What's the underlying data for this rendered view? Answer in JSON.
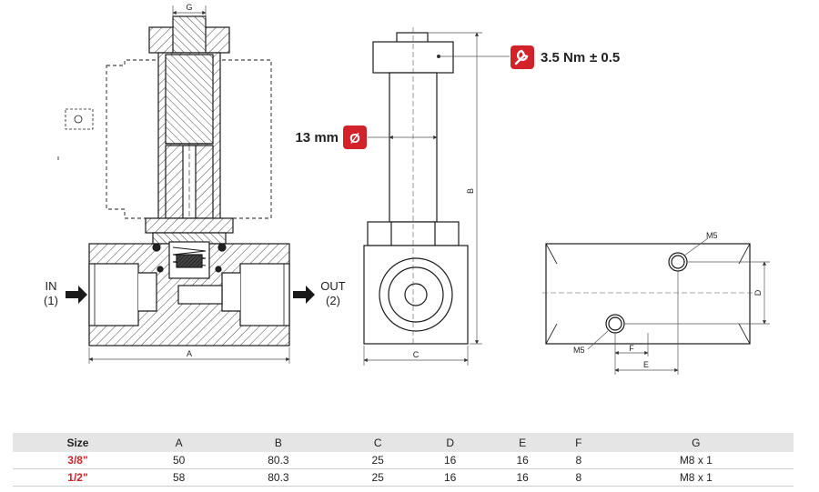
{
  "drawing": {
    "dims": {
      "g": "G",
      "a": "A",
      "b": "B",
      "c": "C",
      "d": "D",
      "e": "E",
      "f": "F",
      "m5_top": "M5",
      "m5_bottom": "M5"
    },
    "ports": {
      "in_label": "IN",
      "in_number": "(1)",
      "out_label": "OUT",
      "out_number": "(2)"
    },
    "torque": {
      "value": "3.5 Nm",
      "tolerance": "± 0.5",
      "icon": "wrench-icon"
    },
    "diameter": {
      "value": "13 mm",
      "symbol": "Ø",
      "icon": "diameter-icon"
    },
    "colors": {
      "accent": "#d2232a",
      "line": "#1a1a1a",
      "dim": "#555555",
      "table_header": "#e5e5e5"
    }
  },
  "table": {
    "headers": [
      "Size",
      "A",
      "B",
      "C",
      "D",
      "E",
      "F",
      "G"
    ],
    "rows": [
      [
        "3/8\"",
        "50",
        "80.3",
        "25",
        "16",
        "16",
        "8",
        "M8 x 1"
      ],
      [
        "1/2\"",
        "58",
        "80.3",
        "25",
        "16",
        "16",
        "8",
        "M8 x 1"
      ]
    ]
  }
}
